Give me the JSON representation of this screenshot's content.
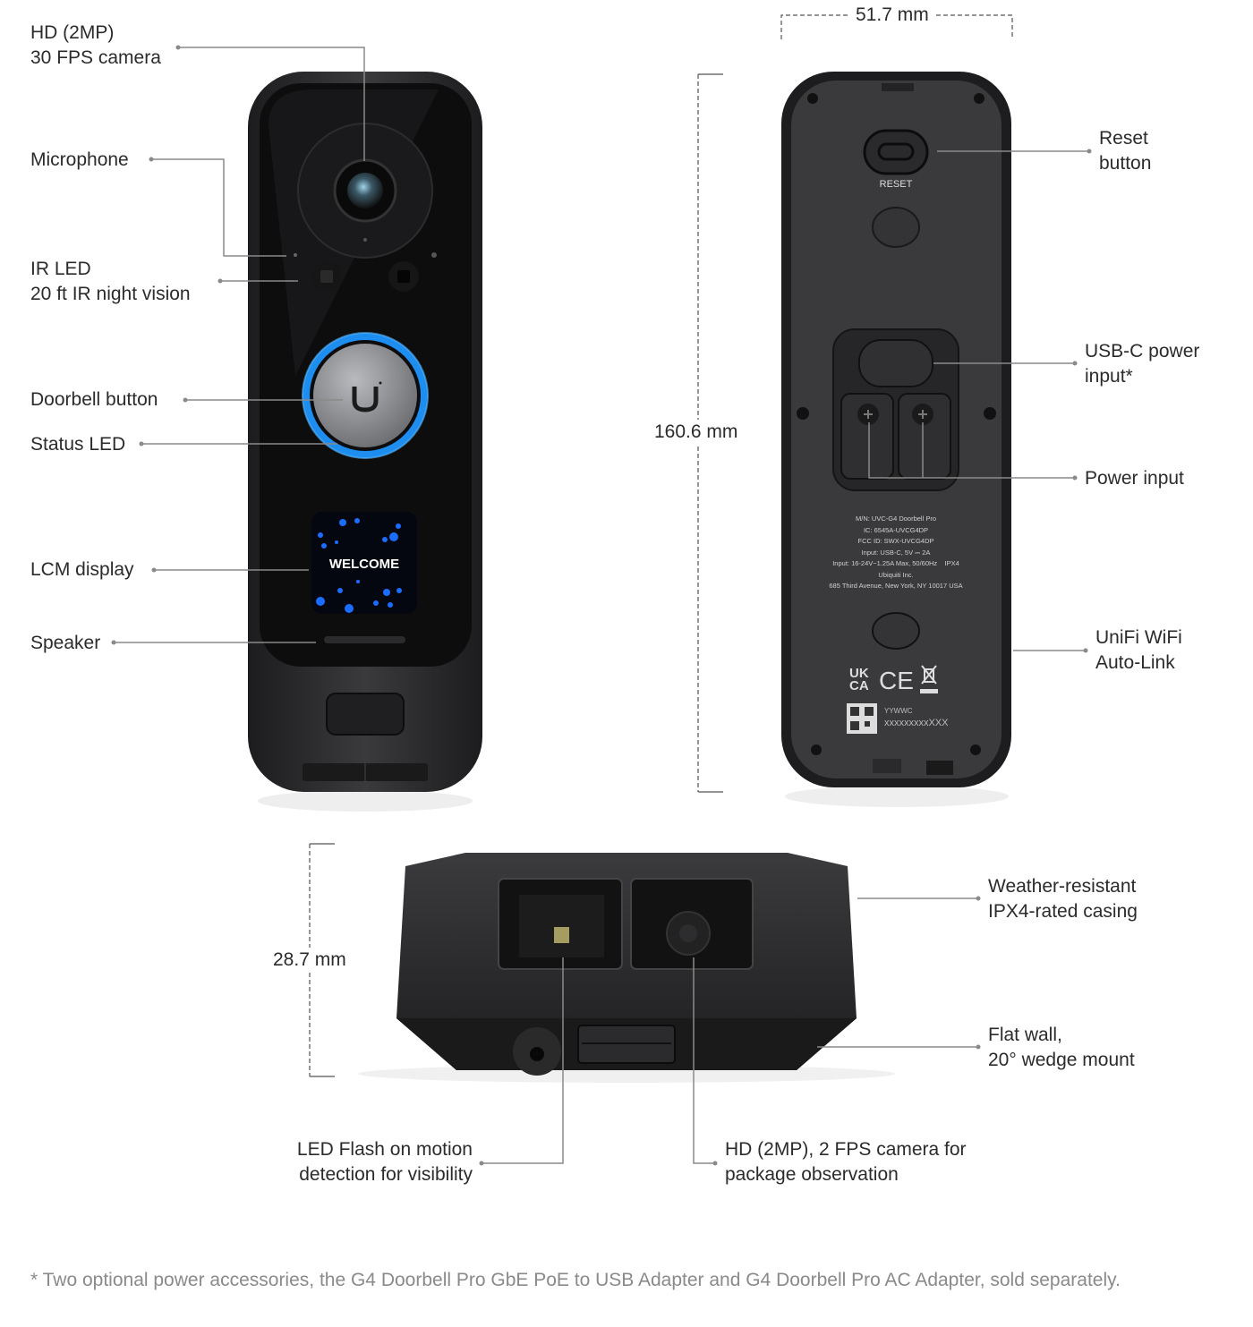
{
  "front_labels": {
    "camera": [
      "HD (2MP)",
      "30 FPS camera"
    ],
    "microphone": "Microphone",
    "ir_led": [
      "IR LED",
      "20 ft IR night vision"
    ],
    "doorbell_button": "Doorbell button",
    "status_led": "Status LED",
    "lcm_display": "LCM display",
    "speaker": "Speaker"
  },
  "lcm_text": "WELCOME",
  "back_labels": {
    "reset": [
      "Reset",
      "button"
    ],
    "usbc": [
      "USB-C power",
      "input*"
    ],
    "power": "Power input",
    "wifi": [
      "UniFi WiFi",
      "Auto-Link"
    ]
  },
  "back_device": {
    "reset_text": "RESET",
    "label_lines": [
      "M/N: UVC-G4 Doorbell Pro",
      "IC: 6545A-UVCG4DP",
      "FCC ID: SWX-UVCG4DP",
      "Input: USB-C, 5V ⎓ 2A",
      "Input: 16-24V~1.25A Max, 50/60Hz    IPX4",
      "Ubiquiti Inc.",
      "685 Third Avenue, New York, NY 10017 USA"
    ],
    "marks": [
      "UK",
      "CA",
      "CE"
    ],
    "date_code": "YYWWC",
    "serial": "xxxxxxxxxXXX"
  },
  "bottom_labels": {
    "casing": [
      "Weather-resistant",
      "IPX4-rated casing"
    ],
    "mount": [
      "Flat wall,",
      "20° wedge mount"
    ],
    "flash": [
      "LED Flash on motion",
      "detection for visibility"
    ],
    "package_cam": [
      "HD (2MP), 2 FPS camera for",
      "package observation"
    ]
  },
  "dimensions": {
    "width": "51.7 mm",
    "height": "160.6 mm",
    "depth": "28.7 mm"
  },
  "footnote": "* Two optional power accessories, the G4 Doorbell Pro GbE PoE to USB Adapter and G4 Doorbell Pro AC Adapter, sold separately."
}
